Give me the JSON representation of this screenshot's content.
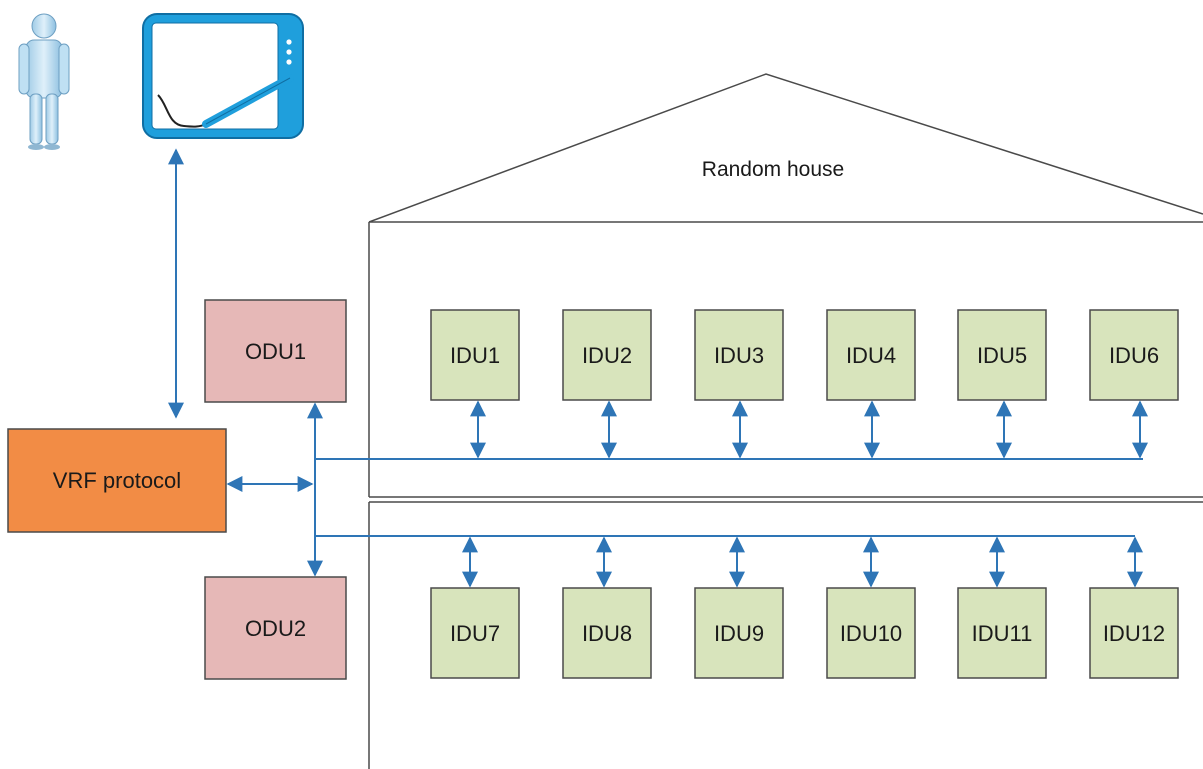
{
  "title": "Random house",
  "vrf": {
    "label": "VRF protocol"
  },
  "odus": [
    {
      "label": "ODU1"
    },
    {
      "label": "ODU2"
    }
  ],
  "idus_top": [
    {
      "label": "IDU1"
    },
    {
      "label": "IDU2"
    },
    {
      "label": "IDU3"
    },
    {
      "label": "IDU4"
    },
    {
      "label": "IDU5"
    },
    {
      "label": "IDU6"
    }
  ],
  "idus_bottom": [
    {
      "label": "IDU7"
    },
    {
      "label": "IDU8"
    },
    {
      "label": "IDU9"
    },
    {
      "label": "IDU10"
    },
    {
      "label": "IDU11"
    },
    {
      "label": "IDU12"
    }
  ],
  "icons": [
    "person-icon",
    "tablet-icon"
  ],
  "colors": {
    "vrf_fill": "#f28c45",
    "odu_fill": "#e6b8b7",
    "idu_fill": "#d8e4bc",
    "box_stroke": "#4a4a4a",
    "connector": "#2e75b6"
  }
}
